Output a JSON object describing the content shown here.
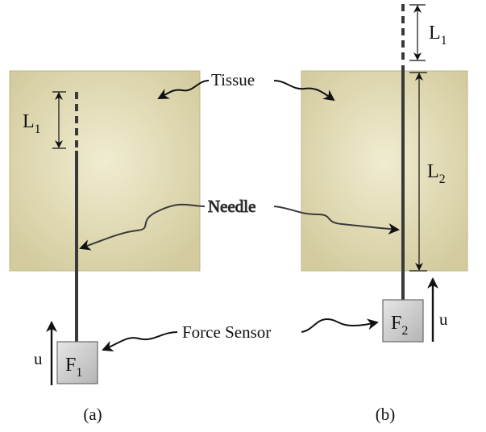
{
  "labels": {
    "tissue": "Tissue",
    "needle": "Needle",
    "force_sensor": "Force Sensor"
  },
  "panel_a": {
    "caption": "(a)",
    "length": {
      "letter": "L",
      "subscript": "1"
    },
    "sensor": {
      "letter": "F",
      "subscript": "1"
    },
    "motion": "u"
  },
  "panel_b": {
    "caption": "(b)",
    "length_outside": {
      "letter": "L",
      "subscript": "1"
    },
    "length_inside": {
      "letter": "L",
      "subscript": "2"
    },
    "sensor": {
      "letter": "F",
      "subscript": "2"
    },
    "motion": "u"
  },
  "colors": {
    "tissue_center": "#f0ecd0",
    "tissue_edge": "#d3cb9e",
    "tissue_border": "#bdb58a",
    "needle": "#3a3a3a",
    "sensor_fill": "#c8c8c8",
    "sensor_border": "#6a6a6a",
    "ink": "#111111"
  }
}
